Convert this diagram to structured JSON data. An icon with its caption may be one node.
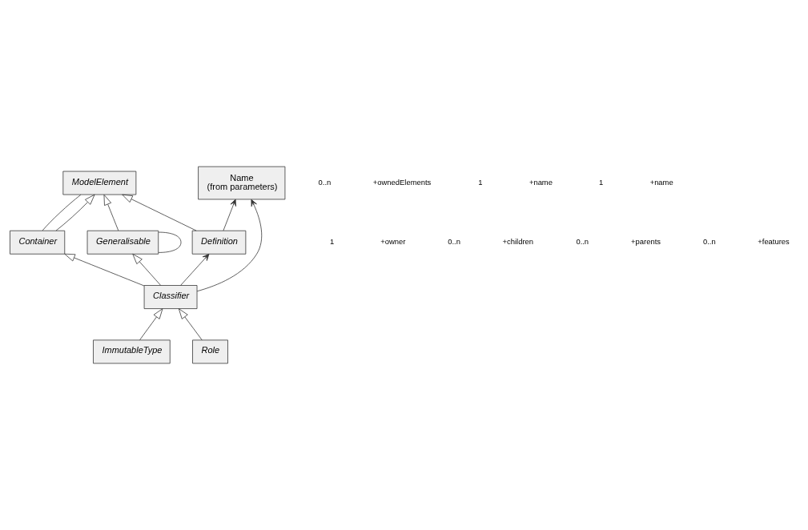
{
  "diagram": {
    "nodes": [
      {
        "text": [
          "ModelElement"
        ]
      },
      {
        "text": [
          "Container"
        ]
      },
      {
        "text": [
          "Generalisable"
        ]
      },
      {
        "text": [
          "Classifier"
        ]
      },
      {
        "text": [
          "Definition"
        ]
      },
      {
        "text": [
          "ImmutableType"
        ]
      },
      {
        "text": [
          "Role"
        ]
      },
      {
        "text": [
          "Name",
          "(from parameters)"
        ]
      }
    ],
    "edges": [
      {
        "from": 1,
        "to": 0,
        "arrow": "none"
      },
      {
        "from": 1,
        "to": 0,
        "arrow": "to"
      },
      {
        "from": 2,
        "to": 0,
        "arrow": "to"
      },
      {
        "from": 4,
        "to": 0,
        "arrow": "to"
      },
      {
        "from": 2,
        "to": 2,
        "arrow": "none"
      },
      {
        "from": 3,
        "to": 1,
        "arrow": "to"
      },
      {
        "from": 3,
        "to": 2,
        "arrow": "to"
      },
      {
        "from": 3,
        "to": 4,
        "arrow": "to"
      },
      {
        "from": 5,
        "to": 3,
        "arrow": "to"
      },
      {
        "from": 6,
        "to": 3,
        "arrow": "to"
      },
      {
        "from": 3,
        "to": 7,
        "arrow": "to"
      },
      {
        "from": 4,
        "to": 7,
        "arrow": "to"
      }
    ],
    "labels": [
      "+ownedElements",
      "0..n",
      "+owner",
      "1",
      "+parents",
      "0..n",
      "+children",
      "0..n",
      "+features",
      "0..n",
      "+name",
      "1",
      "+name",
      "1"
    ]
  }
}
